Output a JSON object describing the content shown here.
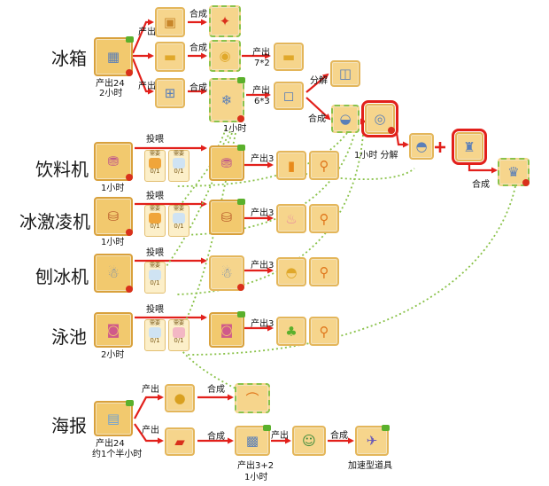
{
  "rows": {
    "fridge": "冰箱",
    "drink_machine": "饮料机",
    "ice_cream_machine": "冰激凌机",
    "shaved_ice_machine": "刨冰机",
    "pool": "泳池",
    "poster": "海报"
  },
  "labels": {
    "produce": "产出",
    "combine": "合成",
    "decompose": "分解",
    "feed": "投喂",
    "fridge_info_1": "产出24",
    "fridge_info_2": "2小时",
    "fridge_7x2": "7*2",
    "fridge_6x3": "6*3",
    "fridge_1h": "1小时",
    "one_hour_decompose": "1小时 分解",
    "drink_time": "1小时",
    "drink_out": "产出3",
    "icecream_time": "1小时",
    "icecream_out": "产出3",
    "shaved_out": "产出3",
    "pool_time": "2小时",
    "pool_out": "产出3",
    "poster_info_1": "产出24",
    "poster_info_2": "约1个半小时",
    "poster_out_1": "产出3+2",
    "poster_out_2": "1小时",
    "speed_item": "加速型道具",
    "need": "需要",
    "count_0_1": "0/1",
    "plus": "+"
  },
  "icons": {
    "fridge": "fridge-icon",
    "toast": "toast-icon",
    "butter": "butter-icon",
    "ice_tray": "ice-tray-icon",
    "ice_cube": "ice-cube-icon",
    "juice": "juice-icon",
    "ice_cream": "ice-cream-icon",
    "shaved_ice": "shaved-ice-icon",
    "swimsuit": "swimsuit-icon",
    "coin": "coin-icon",
    "skateboard": "skateboard-icon",
    "rainbow": "rainbow-icon",
    "speed_prop": "speed-prop-icon"
  },
  "colors": {
    "arrow_red": "#e2201b",
    "link_green": "#8ac24a",
    "highlight": "#e2201b"
  }
}
